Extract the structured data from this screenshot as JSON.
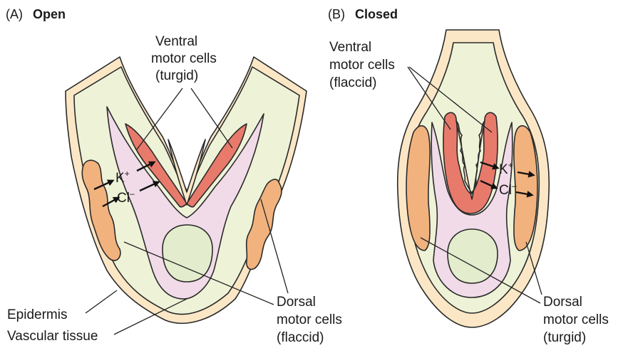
{
  "panels": {
    "open": {
      "letter": "(A)",
      "title": "Open",
      "ventral_label": [
        "Ventral",
        "motor cells",
        "(turgid)"
      ],
      "dorsal_label": [
        "Dorsal",
        "motor cells",
        "(flaccid)"
      ],
      "epidermis_label": "Epidermis",
      "vascular_label": "Vascular tissue",
      "ion_k": "K",
      "ion_cl": "Cl",
      "ion_k_charge": "+",
      "ion_cl_charge": "–"
    },
    "closed": {
      "letter": "(B)",
      "title": "Closed",
      "ventral_label": [
        "Ventral",
        "motor cells",
        "(flaccid)"
      ],
      "dorsal_label": [
        "Dorsal",
        "motor cells",
        "(turgid)"
      ],
      "ion_k": "K",
      "ion_cl": "Cl",
      "ion_k_charge": "+",
      "ion_cl_charge": "–"
    }
  },
  "colors": {
    "epidermis": "#fbe7c6",
    "cortex": "#eef3d8",
    "phloem": "#f1dbe9",
    "xylem": "#e3edcd",
    "ventral_cells": "#e87a6c",
    "dorsal_cells": "#f2b27e",
    "outline": "#2a2a2a"
  }
}
